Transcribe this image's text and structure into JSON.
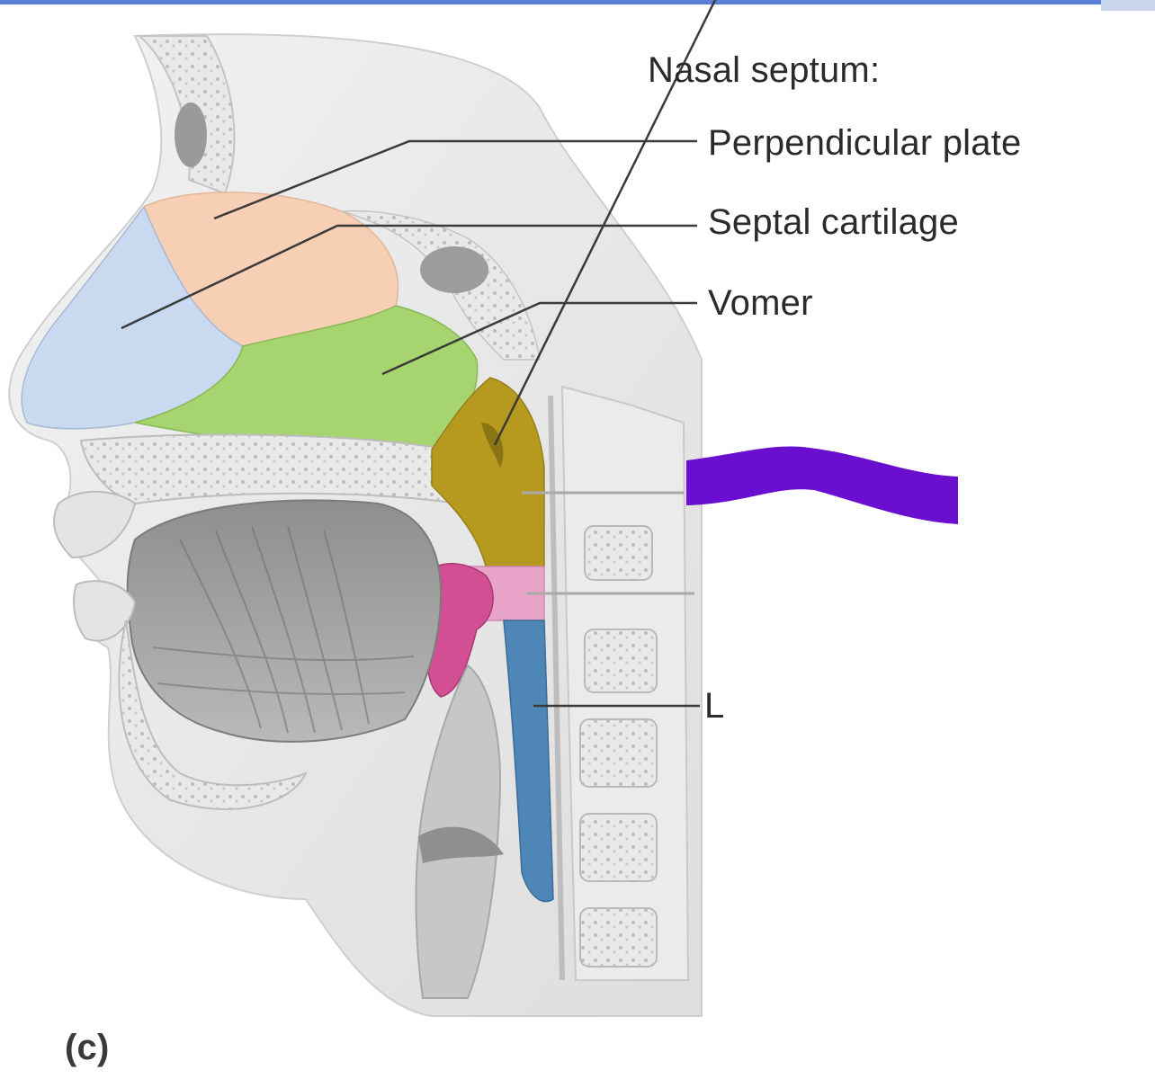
{
  "labels": {
    "heading": "Nasal septum:",
    "perpendicular_plate": "Perpendicular plate",
    "septal_cartilage": "Septal cartilage",
    "vomer": "Vomer",
    "l_label": "L",
    "panel": "(c)"
  },
  "colors": {
    "septal_cartilage": "#c9d9ef",
    "perpendicular_plate": "#f6cfb4",
    "vomer": "#9fcf6a",
    "nasopharynx": "#b59a1f",
    "oropharynx": "#e8a3c9",
    "laryngopharynx": "#4f86b8",
    "redaction_mark": "#6a0fd0",
    "accent_bar": "#5b7fd6"
  },
  "icons": {
    "redaction": "purple-scribble"
  }
}
